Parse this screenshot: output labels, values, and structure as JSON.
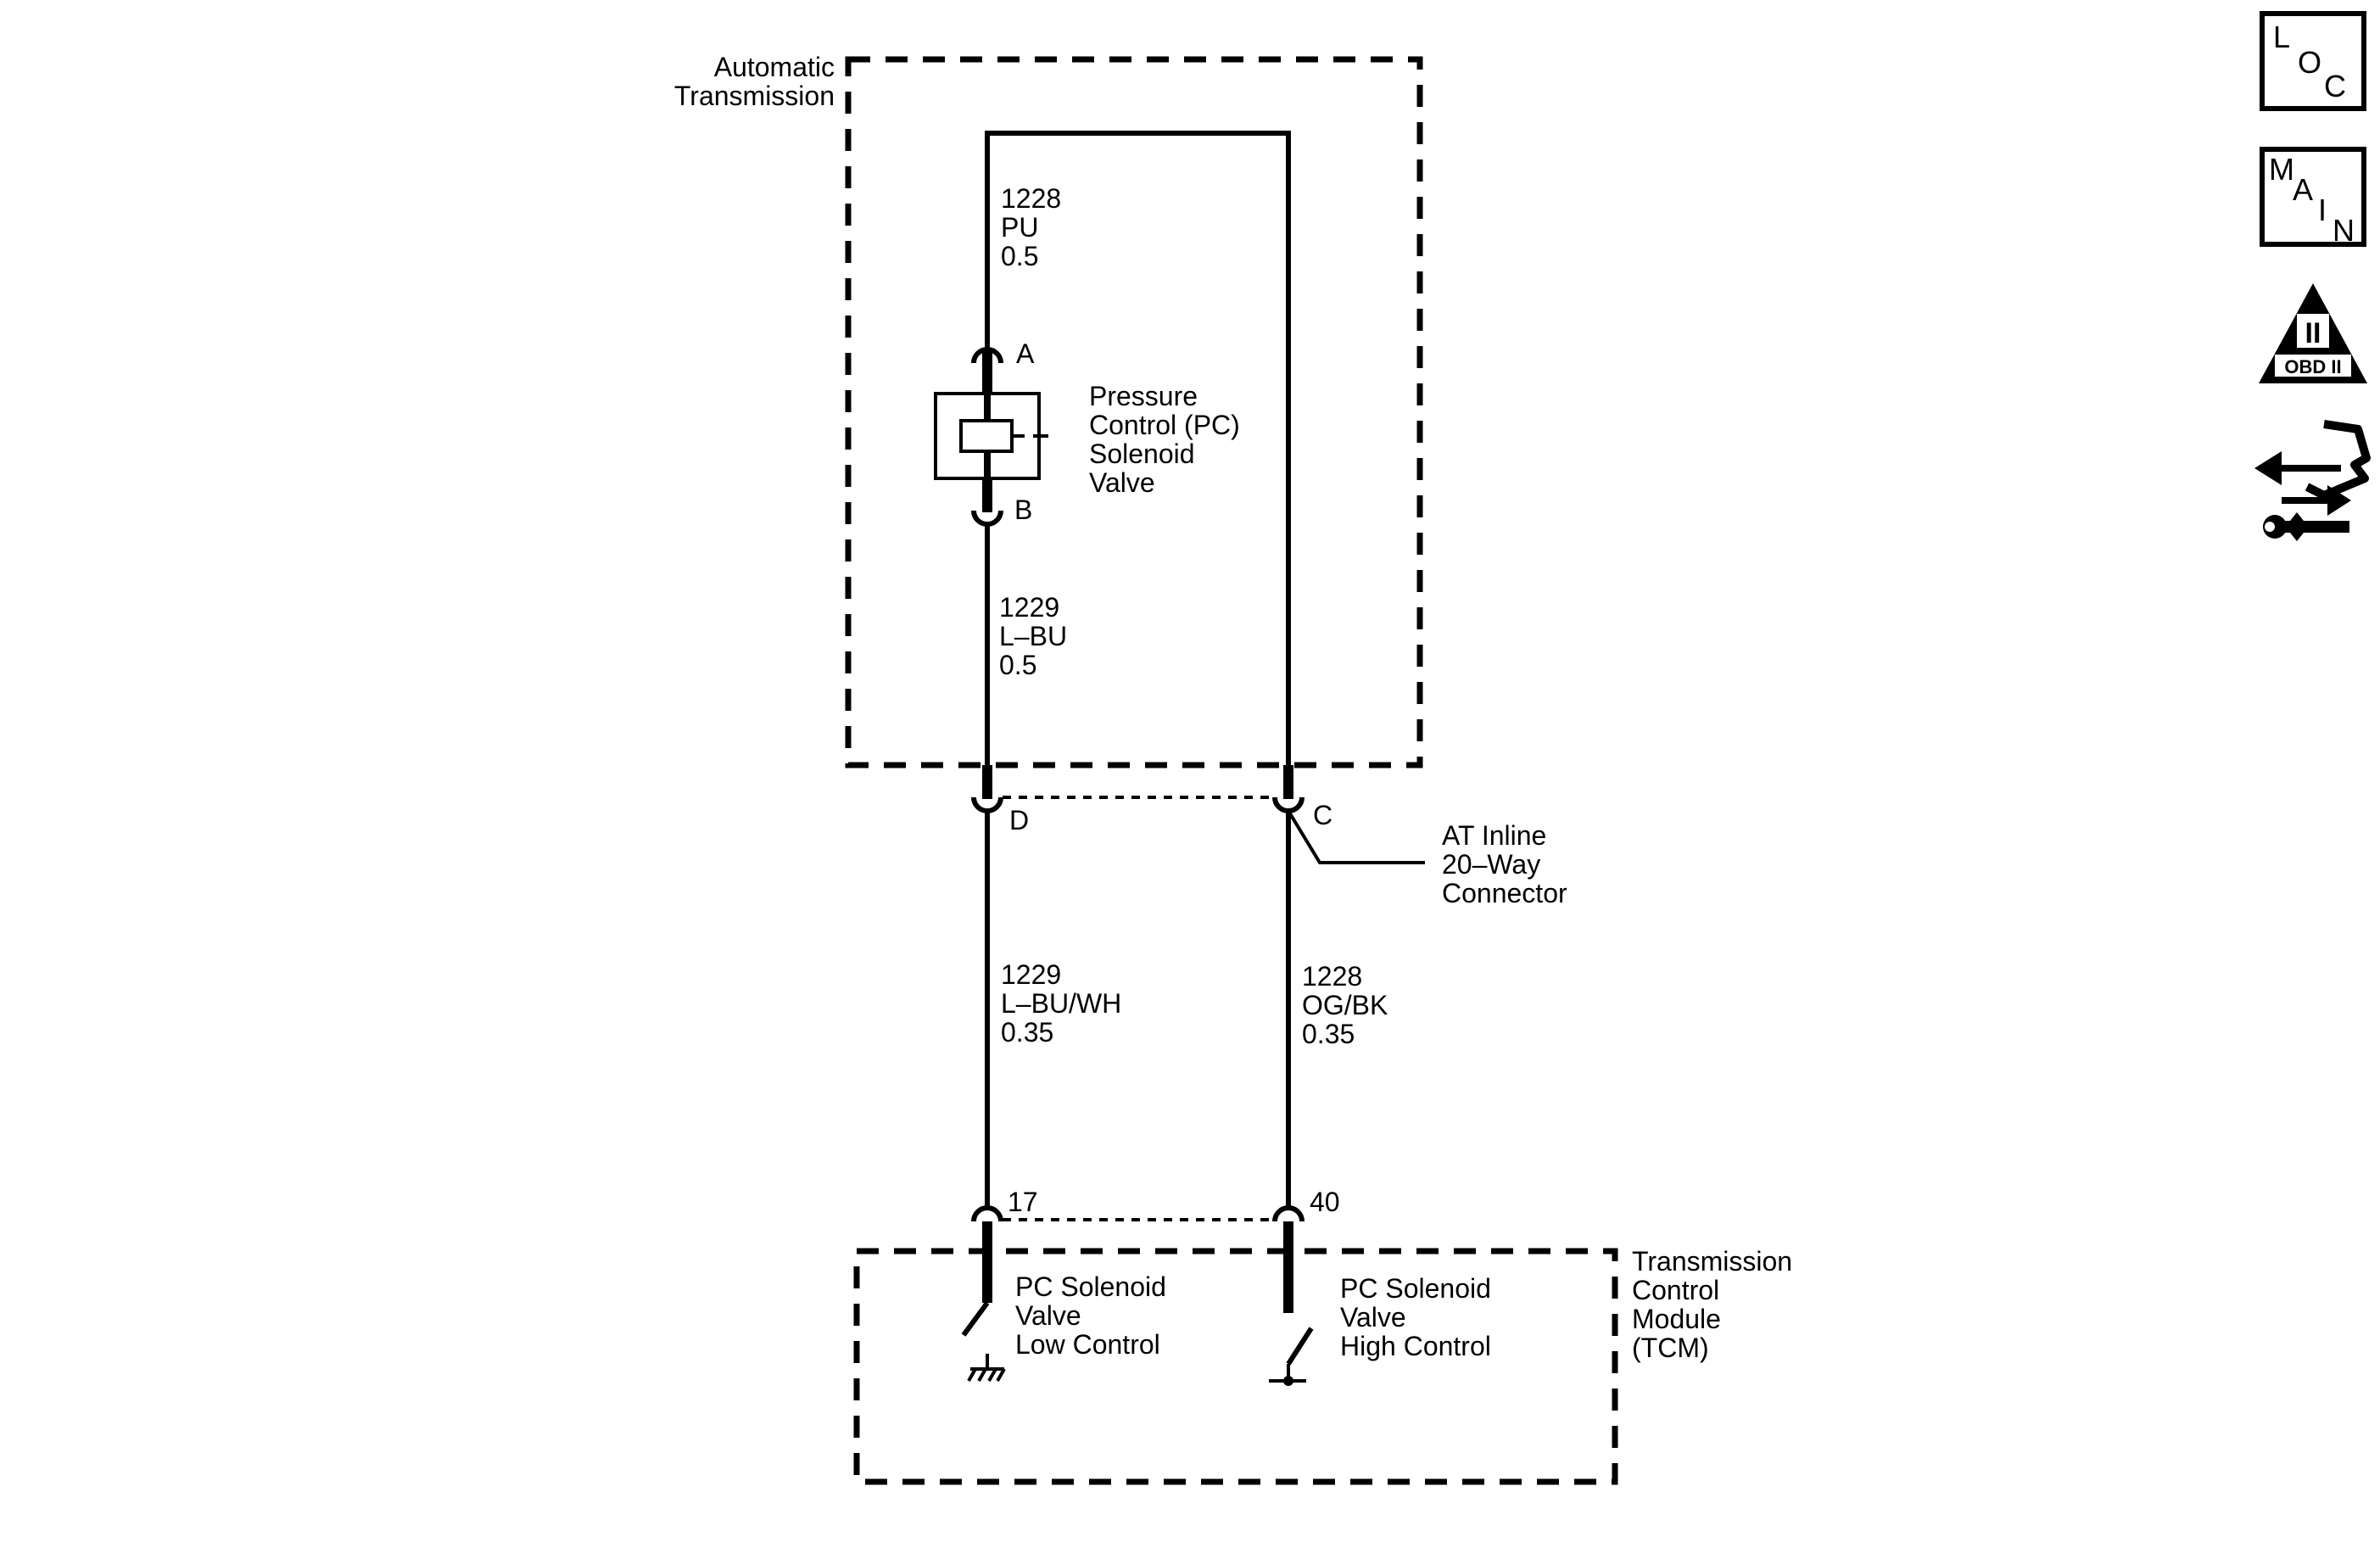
{
  "transmission": {
    "label_line1": "Automatic",
    "label_line2": "Transmission"
  },
  "solenoid": {
    "line1": "Pressure",
    "line2": "Control (PC)",
    "line3": "Solenoid",
    "line4": "Valve",
    "pin_a": "A",
    "pin_b": "B"
  },
  "wire_1228_top": {
    "circuit": "1228",
    "color": "PU",
    "gauge": "0.5"
  },
  "wire_1229_top": {
    "circuit": "1229",
    "color": "L–BU",
    "gauge": "0.5"
  },
  "inline_connector": {
    "pin_d": "D",
    "pin_c": "C",
    "line1": "AT Inline",
    "line2": "20–Way",
    "line3": "Connector"
  },
  "wire_1229_bottom": {
    "circuit": "1229",
    "color": "L–BU/WH",
    "gauge": "0.35"
  },
  "wire_1228_bottom": {
    "circuit": "1228",
    "color": "OG/BK",
    "gauge": "0.35"
  },
  "tcm": {
    "pin_17": "17",
    "pin_40": "40",
    "line1": "Transmission",
    "line2": "Control",
    "line3": "Module",
    "line4": "(TCM)",
    "low_line1": "PC Solenoid",
    "low_line2": "Valve",
    "low_line3": "Low Control",
    "high_line1": "PC Solenoid",
    "high_line2": "Valve",
    "high_line3": "High Control"
  },
  "sidebar": {
    "loc_l": "L",
    "loc_o": "O",
    "loc_c": "C",
    "main_m": "M",
    "main_a": "A",
    "main_i": "I",
    "main_n": "N",
    "obd_numeral": "II",
    "obd_text": "OBD II",
    "icons": [
      "loc-icon",
      "main-icon",
      "obd-ii-icon",
      "connector-tool-icon"
    ]
  }
}
